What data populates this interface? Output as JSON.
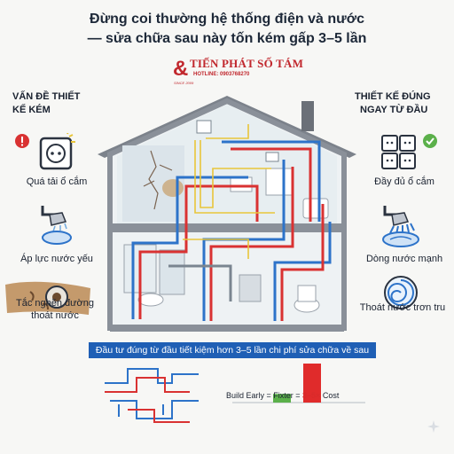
{
  "header": {
    "line1": "Đừng coi thường hệ thống điện và nước",
    "line2": "— sửa chữa sau này tốn kém gấp 3–5 lần"
  },
  "brand": {
    "name": "TIẾN PHÁT SỐ TÁM",
    "hotline": "HOTLINE: 0903768270",
    "since": "SINCE 2009"
  },
  "left_panel": {
    "heading_line1": "VẤN ĐỀ THIẾT",
    "heading_line2": "KẾ KÉM",
    "items": [
      {
        "label": "Quá tải ổ cắm",
        "icon": "overloaded-outlet-icon"
      },
      {
        "label": "Áp lực nước yếu",
        "icon": "weak-shower-icon"
      },
      {
        "label_line1": "Tắc nghẽn đường",
        "label_line2": "thoát nước",
        "icon": "clogged-drain-icon"
      }
    ],
    "status_icon": "warning-icon",
    "status_color": "#d93232"
  },
  "right_panel": {
    "heading_line1": "THIẾT KẾ ĐÚNG",
    "heading_line2": "NGAY TỪ ĐẦU",
    "items": [
      {
        "label": "Đầy đủ ổ cắm",
        "icon": "multi-outlet-icon"
      },
      {
        "label": "Dòng nước mạnh",
        "icon": "strong-shower-icon"
      },
      {
        "label": "Thoát nước trơn tru",
        "icon": "smooth-drain-icon"
      }
    ],
    "status_icon": "check-icon",
    "status_color": "#5bb04a"
  },
  "banner": {
    "text": "Đầu tư đúng từ đầu tiết kiệm hơn 3–5 lần chi phí sửa chữa về sau",
    "color": "#1f5fb5"
  },
  "comparison": {
    "formula_prefix": "Build Early = Fixter = ",
    "formula_highlight": "3–5×",
    "formula_suffix": " Cost",
    "bars": [
      {
        "name": "build-early",
        "value": 1,
        "color": "#5bb04a"
      },
      {
        "name": "fix-later",
        "value": 4.5,
        "color": "#e02b2b"
      }
    ]
  },
  "colors": {
    "hot_pipe": "#d93232",
    "cold_pipe": "#2d73c9",
    "wire": "#e8c53a",
    "house_wall": "#8a9099"
  }
}
